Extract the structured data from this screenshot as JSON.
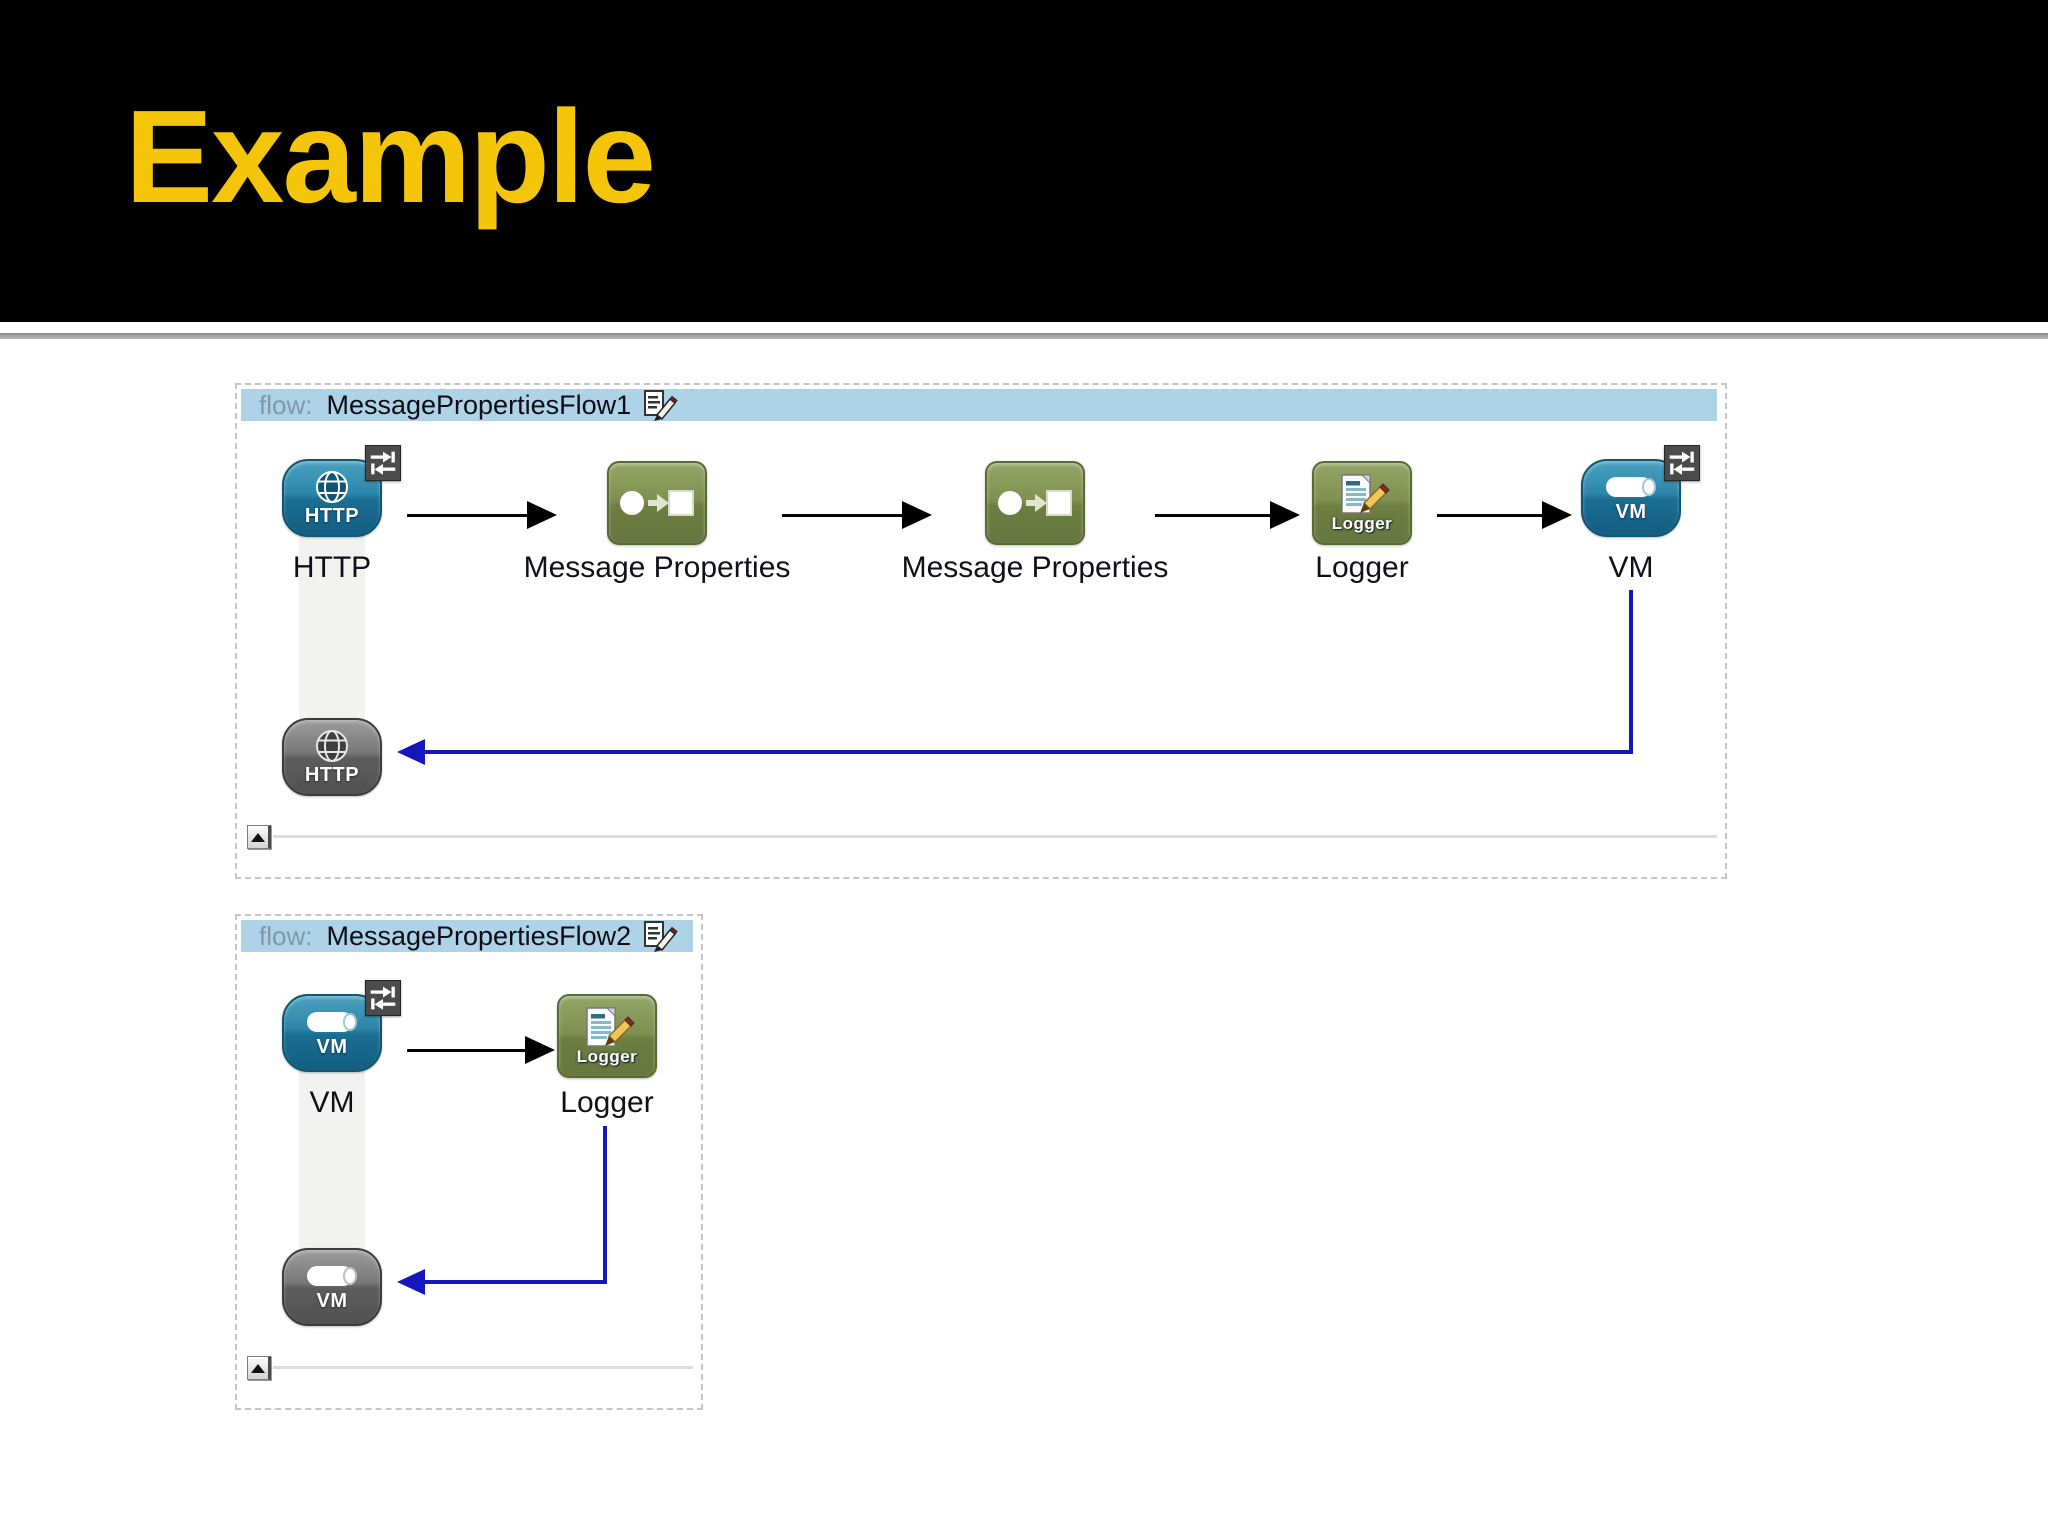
{
  "banner": {
    "title": "Example"
  },
  "flows": [
    {
      "prefix": "flow:",
      "name": "MessagePropertiesFlow1",
      "nodes": [
        {
          "id": "http-inbound-endpoint",
          "icon_text": "HTTP",
          "label": "HTTP"
        },
        {
          "id": "message-properties-1",
          "label": "Message Properties"
        },
        {
          "id": "message-properties-2",
          "label": "Message Properties"
        },
        {
          "id": "logger",
          "icon_text": "Logger",
          "label": "Logger"
        },
        {
          "id": "vm-outbound-endpoint",
          "icon_text": "VM",
          "label": "VM"
        }
      ],
      "response_node": {
        "id": "http-response-endpoint",
        "icon_text": "HTTP"
      }
    },
    {
      "prefix": "flow:",
      "name": "MessagePropertiesFlow2",
      "nodes": [
        {
          "id": "vm-inbound-endpoint",
          "icon_text": "VM",
          "label": "VM"
        },
        {
          "id": "logger",
          "icon_text": "Logger",
          "label": "Logger"
        }
      ],
      "response_node": {
        "id": "vm-response-endpoint",
        "icon_text": "VM"
      }
    }
  ],
  "colors": {
    "title_yellow": "#F5C50A",
    "flow_header_blue": "#AED3E6",
    "endpoint_blue": "#2D86AA",
    "component_green": "#7F9051",
    "response_gray": "#6B6B6B",
    "response_arrow_blue": "#1616BD",
    "message_arrow_black": "#000000"
  }
}
